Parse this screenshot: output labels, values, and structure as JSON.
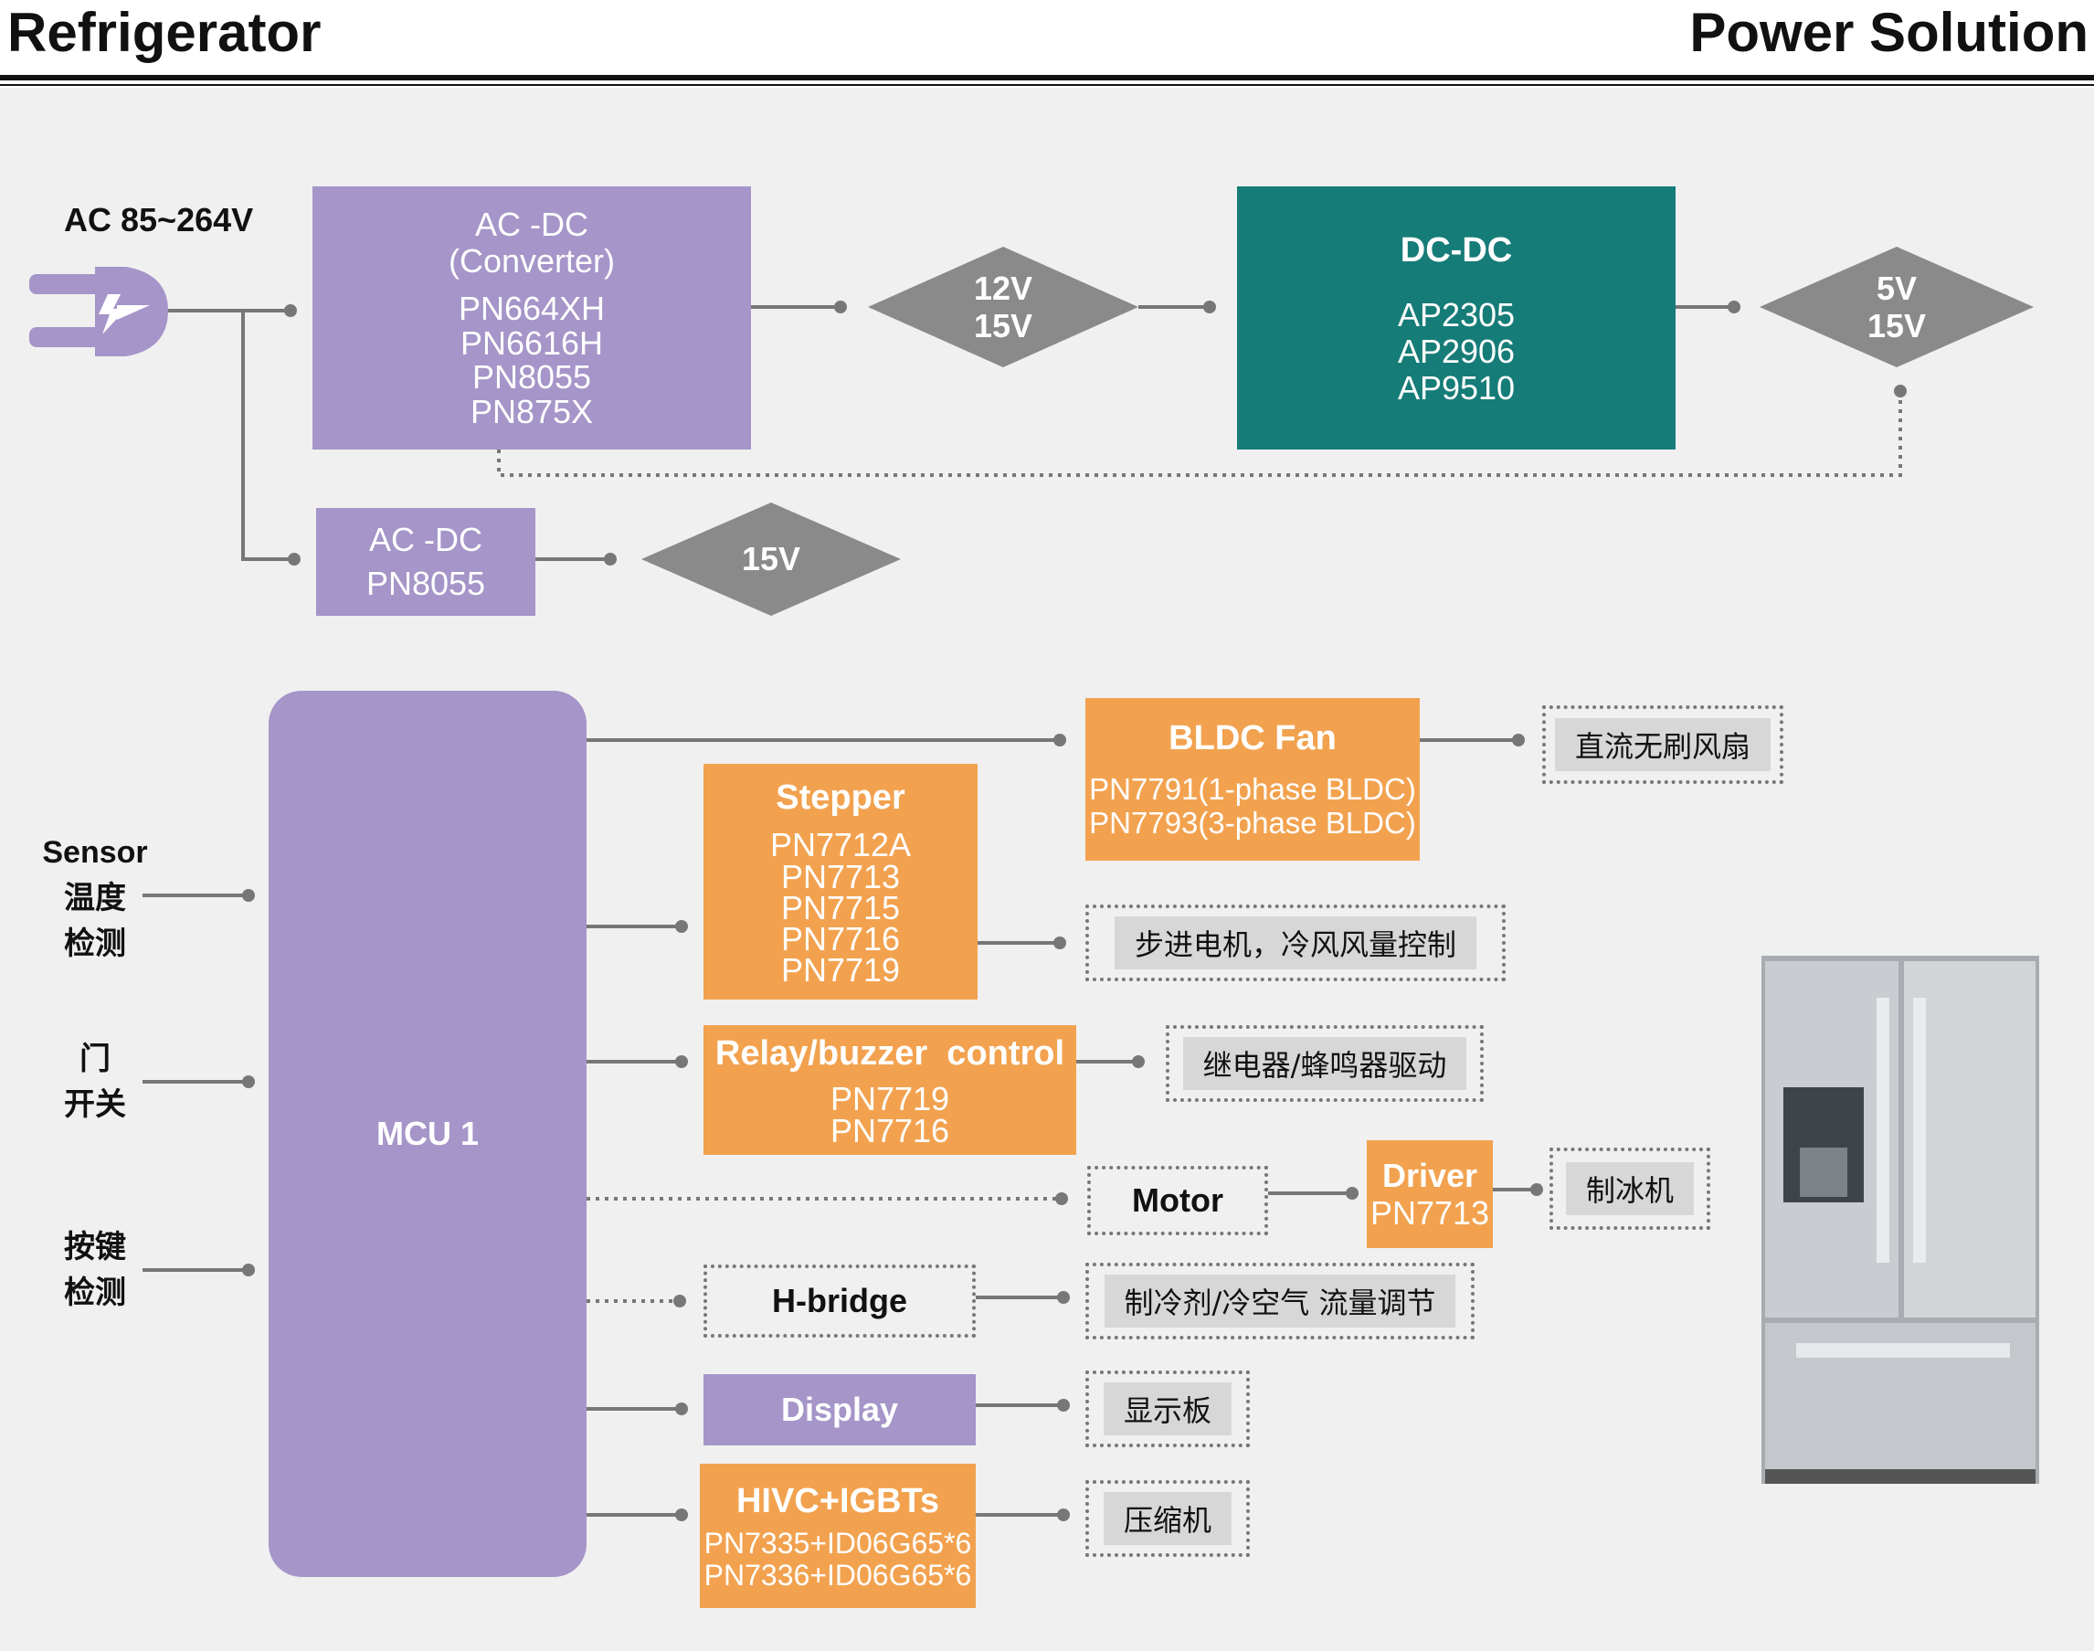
{
  "header": {
    "left_title": "Refrigerator",
    "right_title": "Power Solution"
  },
  "input": {
    "voltage": "AC 85~264V",
    "icon": "power-plug-icon"
  },
  "acdc_main": {
    "title": "AC -DC",
    "subtitle": "(Converter)",
    "parts": [
      "PN664XH",
      "PN6616H",
      "PN8055",
      "PN875X"
    ]
  },
  "out1": {
    "lines": [
      "12V",
      "15V"
    ]
  },
  "dcdc": {
    "title": "DC-DC",
    "parts": [
      "AP2305",
      "AP2906",
      "AP9510"
    ]
  },
  "out2": {
    "lines": [
      "5V",
      "15V"
    ]
  },
  "acdc_small": {
    "title": "AC -DC",
    "part": "PN8055"
  },
  "out3": {
    "label": "15V"
  },
  "mcu": {
    "label": "MCU 1"
  },
  "inputs": {
    "sensor": [
      "Sensor",
      "温度",
      "检测"
    ],
    "door": [
      "门",
      "开关"
    ],
    "key": [
      "按键",
      "检测"
    ]
  },
  "blocks": {
    "bldc": {
      "title": "BLDC Fan",
      "parts": [
        "PN7791(1-phase BLDC)",
        "PN7793(3-phase BLDC)"
      ],
      "desc": "直流无刷风扇"
    },
    "stepper": {
      "title": "Stepper",
      "parts": [
        "PN7712A",
        "PN7713",
        "PN7715",
        "PN7716",
        "PN7719"
      ],
      "desc": "步进电机，冷风风量控制"
    },
    "relay": {
      "title": "Relay/buzzer  control",
      "parts": [
        "PN7719",
        "PN7716"
      ],
      "desc": "继电器/蜂鸣器驱动"
    },
    "motor": {
      "title": "Motor",
      "driver_title": "Driver",
      "driver_part": "PN7713",
      "desc": "制冰机"
    },
    "hbridge": {
      "title": "H-bridge",
      "desc": "制冷剂/冷空气 流量调节"
    },
    "display": {
      "title": "Display",
      "desc": "显示板"
    },
    "hivc": {
      "title": "HIVC+IGBTs",
      "parts": [
        "PN7335+ID06G65*6",
        "PN7336+ID06G65*6"
      ],
      "desc": "压缩机"
    }
  },
  "image": {
    "icon": "refrigerator-icon"
  },
  "colors": {
    "purple": "#a595c8",
    "teal": "#167c78",
    "orange": "#f2a24f",
    "diamond": "#8a8a8a",
    "line": "#777777",
    "tag": "#d7d7d7"
  }
}
